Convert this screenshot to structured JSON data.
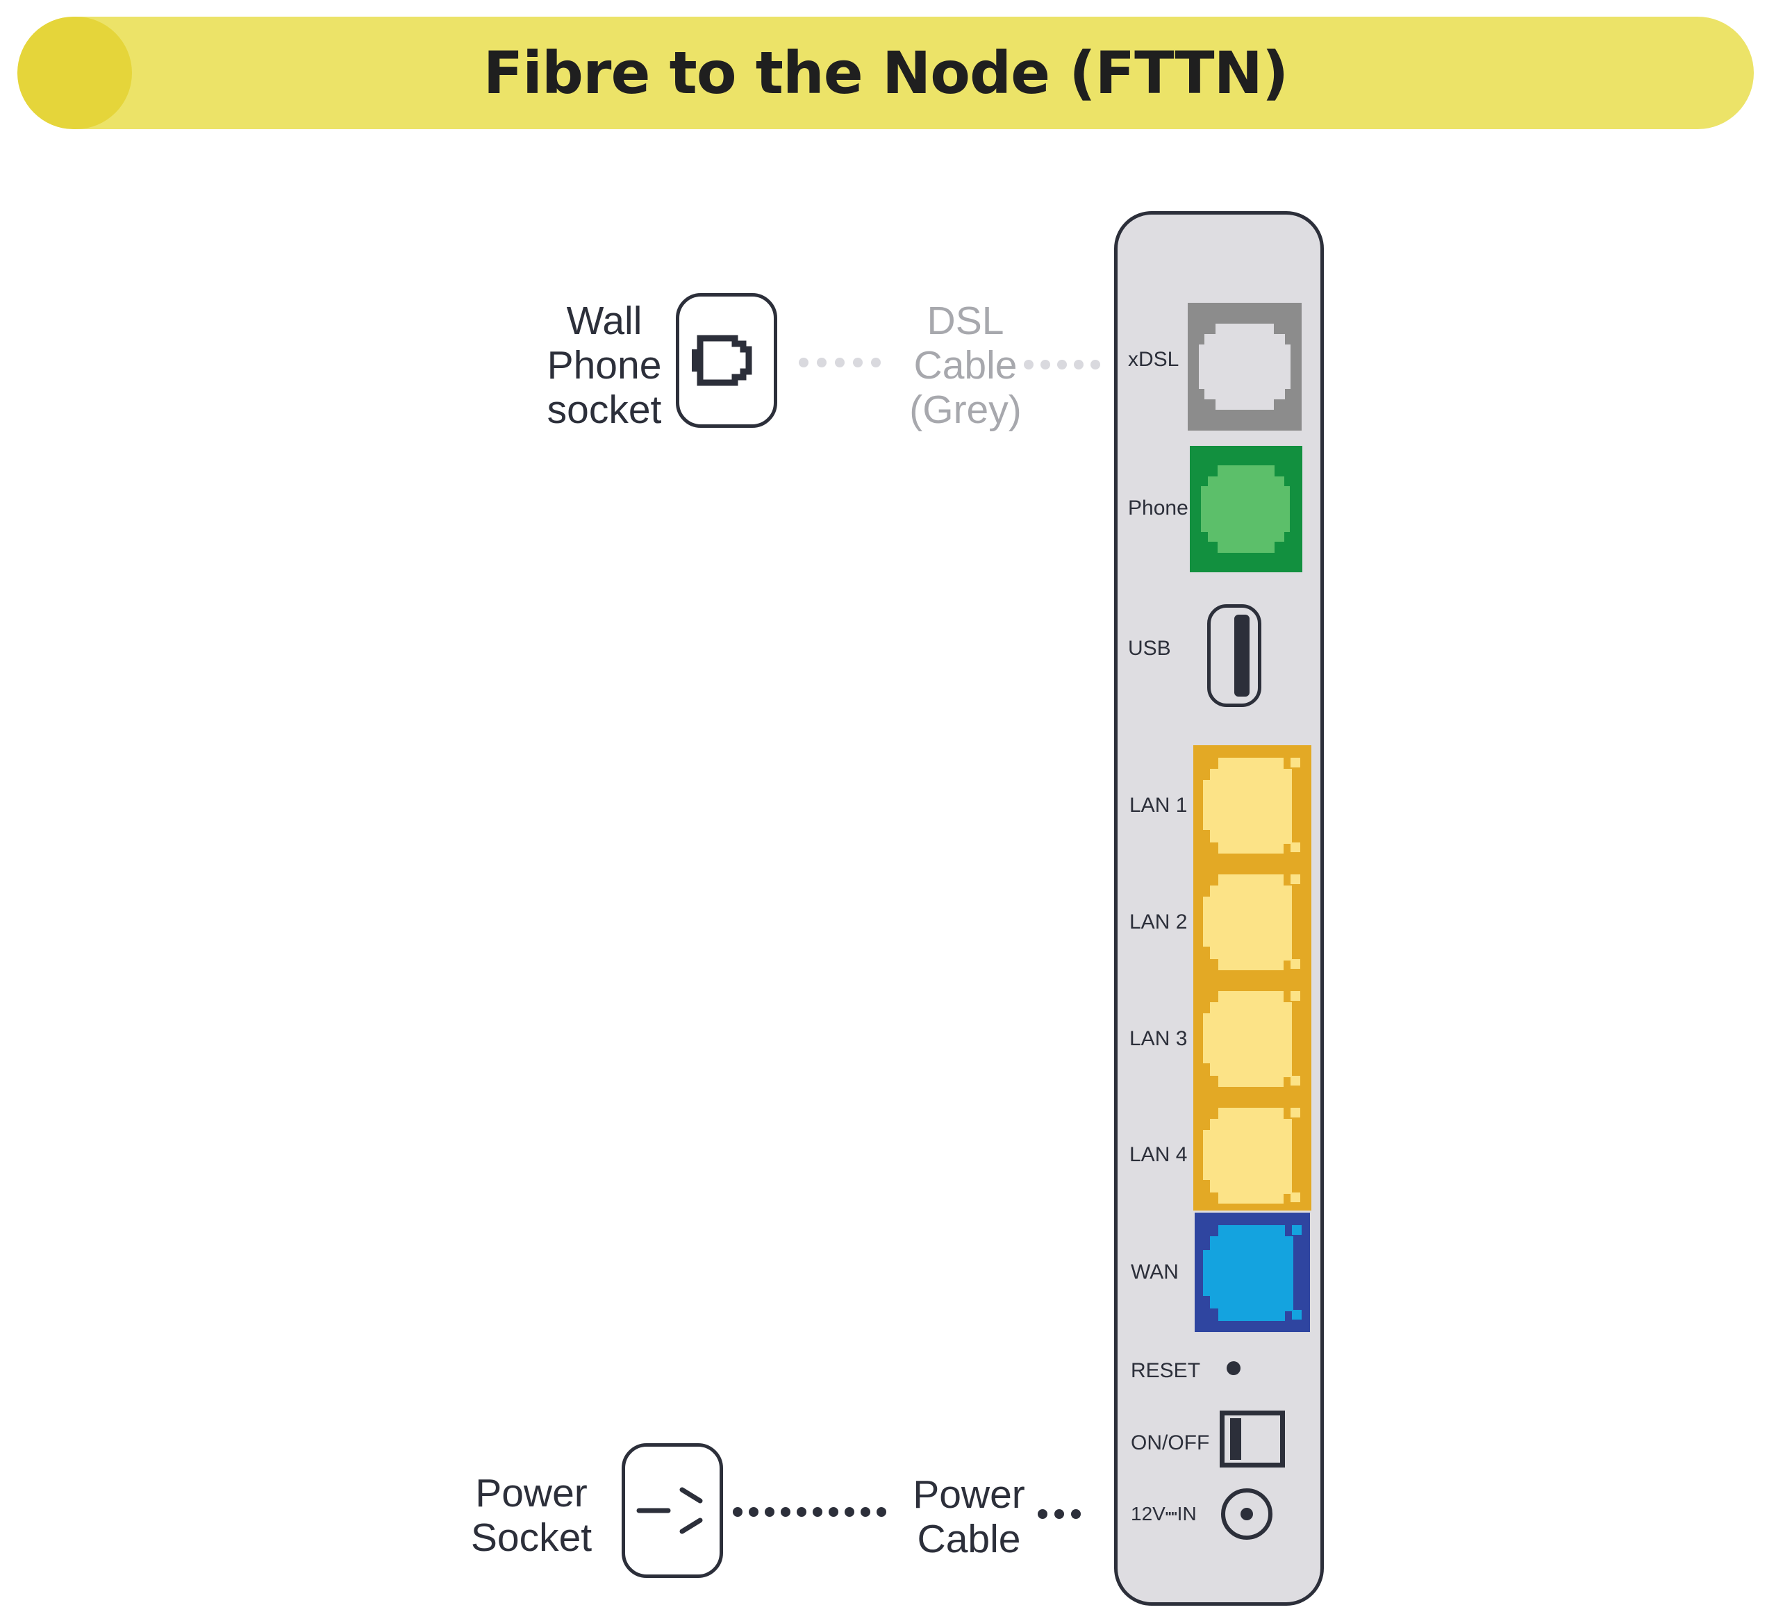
{
  "title": "Fibre to the Node (FTTN)",
  "colors": {
    "banner": "#ece368",
    "banner_accent": "#e5d53a",
    "outline": "#2c2f3a",
    "router_body": "#dedde1",
    "xdsl_port": "#8c8c8c",
    "xdsl_jack": "#dedde1",
    "phone_port": "#12903f",
    "phone_jack": "#5cbf6a",
    "lan_port": "#e3a925",
    "lan_jack": "#fce387",
    "wan_port": "#2f45a0",
    "wan_jack": "#14a3df",
    "dsl_cable": "#d9d9de",
    "power_cable": "#2c2f3a"
  },
  "wall_socket": {
    "label": "Wall\nPhone\nsocket",
    "icon": "phone-jack-icon"
  },
  "dsl_cable": {
    "label": "DSL\nCable\n(Grey)"
  },
  "power_socket": {
    "label": "Power\nSocket",
    "icon": "power-plug-icon"
  },
  "power_cable": {
    "label": "Power\nCable"
  },
  "router_ports": {
    "xdsl": "xDSL",
    "phone": "Phone",
    "usb": "USB",
    "lan1": "LAN 1",
    "lan2": "LAN 2",
    "lan3": "LAN 3",
    "lan4": "LAN 4",
    "wan": "WAN",
    "reset": "RESET",
    "onoff": "ON/OFF",
    "power_in": "12V┉IN"
  }
}
